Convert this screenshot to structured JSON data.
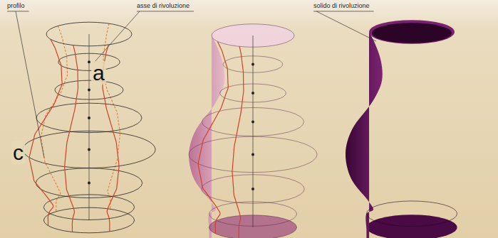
{
  "diagram": {
    "labels": [
      "profilo",
      "asse di rivoluzione",
      "solido di rivoluzione",
      "a",
      "c"
    ]
  }
}
